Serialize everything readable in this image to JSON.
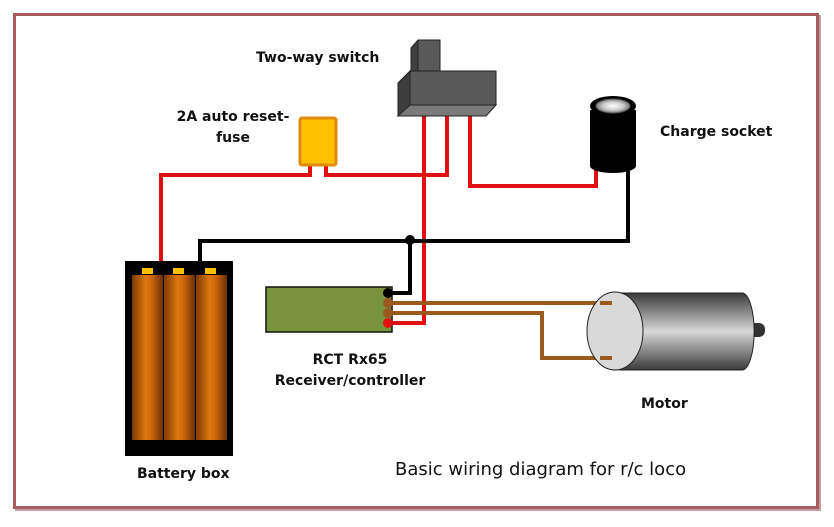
{
  "title": "Basic wiring diagram for r/c loco",
  "components": {
    "switch": {
      "label": "Two-way switch",
      "icon": "slide-switch-icon"
    },
    "fuse": {
      "label_line1": "2A auto reset-",
      "label_line2": "fuse",
      "icon": "fuse-icon"
    },
    "charge_socket": {
      "label": "Charge socket",
      "icon": "charge-socket-icon"
    },
    "receiver": {
      "label_line1": "RCT Rx65",
      "label_line2": "Receiver/controller",
      "icon": "receiver-board-icon"
    },
    "motor": {
      "label": "Motor",
      "icon": "motor-icon"
    },
    "battery": {
      "label": "Battery box",
      "icon": "battery-box-icon",
      "cells": 3
    }
  },
  "wire_colors": {
    "positive": "#e01010",
    "negative": "#000000",
    "motor": "#9a5a1e"
  },
  "colors": {
    "frame": "#a85a5e",
    "fuse_fill": "#ffc000",
    "fuse_border": "#e08a10",
    "receiver_fill": "#77933c",
    "battery_cell": "#d56a0a",
    "switch_body": "#595959"
  }
}
